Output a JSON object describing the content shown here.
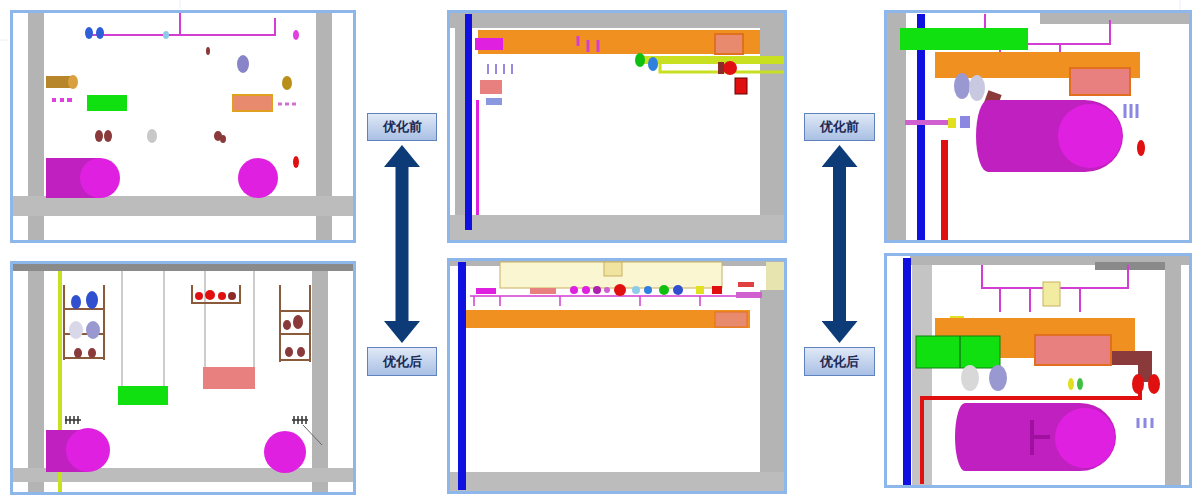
{
  "diagram": {
    "nodes": [
      {
        "text": [
          "优化前"
        ]
      },
      {
        "text": [
          "优化前"
        ]
      },
      {
        "text": [
          "优化后"
        ]
      },
      {
        "text": [
          "优化后"
        ]
      }
    ],
    "edges": [
      {
        "from": 0,
        "to": 2,
        "arrow": "both"
      },
      {
        "from": 1,
        "to": 3,
        "arrow": "both"
      }
    ]
  }
}
